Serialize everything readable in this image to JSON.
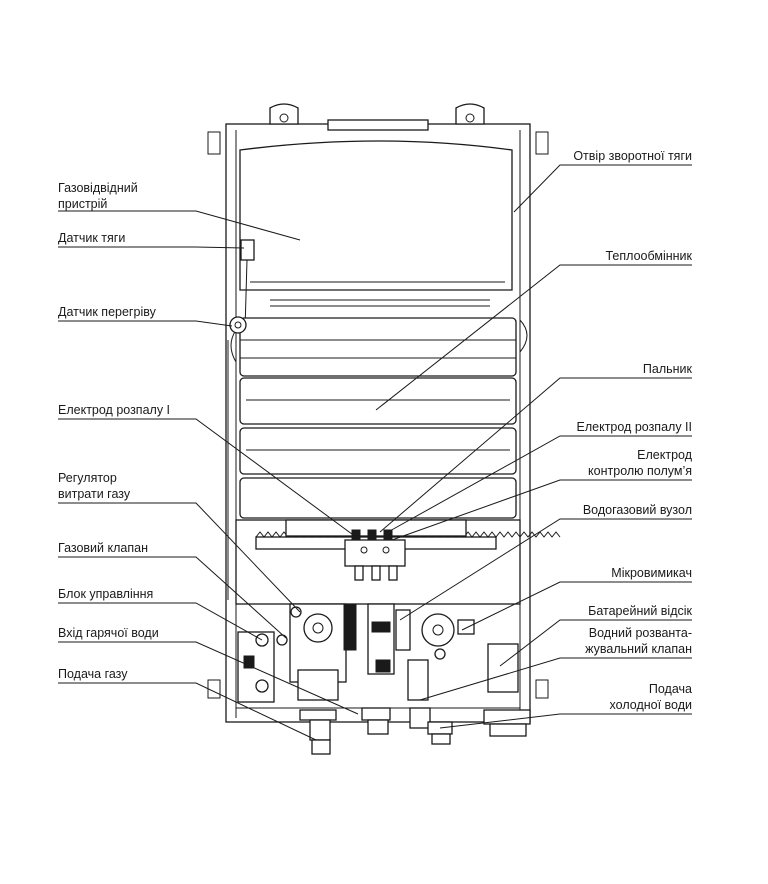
{
  "labels_left": {
    "gas_exhaust": [
      "Газовідвідний",
      "пристрій"
    ],
    "draft_sensor": "Датчик тяги",
    "overheat_sensor": "Датчик перегріву",
    "ignition_electrode_1": "Електрод розпалу I",
    "gas_flow_regulator": [
      "Регулятор",
      "витрати газу"
    ],
    "gas_valve": "Газовий клапан",
    "control_unit": "Блок управління",
    "hot_water_inlet": "Вхід гарячої води",
    "gas_supply": "Подача газу"
  },
  "labels_right": {
    "reverse_draft_hole": "Отвір зворотної тяги",
    "heat_exchanger": "Теплообмінник",
    "burner": "Пальник",
    "ignition_electrode_2": "Електрод розпалу II",
    "flame_control_electrode": [
      "Електрод",
      "контролю полум’я"
    ],
    "water_gas_unit": "Водогазовий вузол",
    "microswitch": "Мікровимикач",
    "battery_compartment": "Батарейний відсік",
    "water_relief_valve": [
      "Водний розванта-",
      "жувальний клапан"
    ],
    "cold_water_supply": [
      "Подача",
      "холодної води"
    ]
  }
}
